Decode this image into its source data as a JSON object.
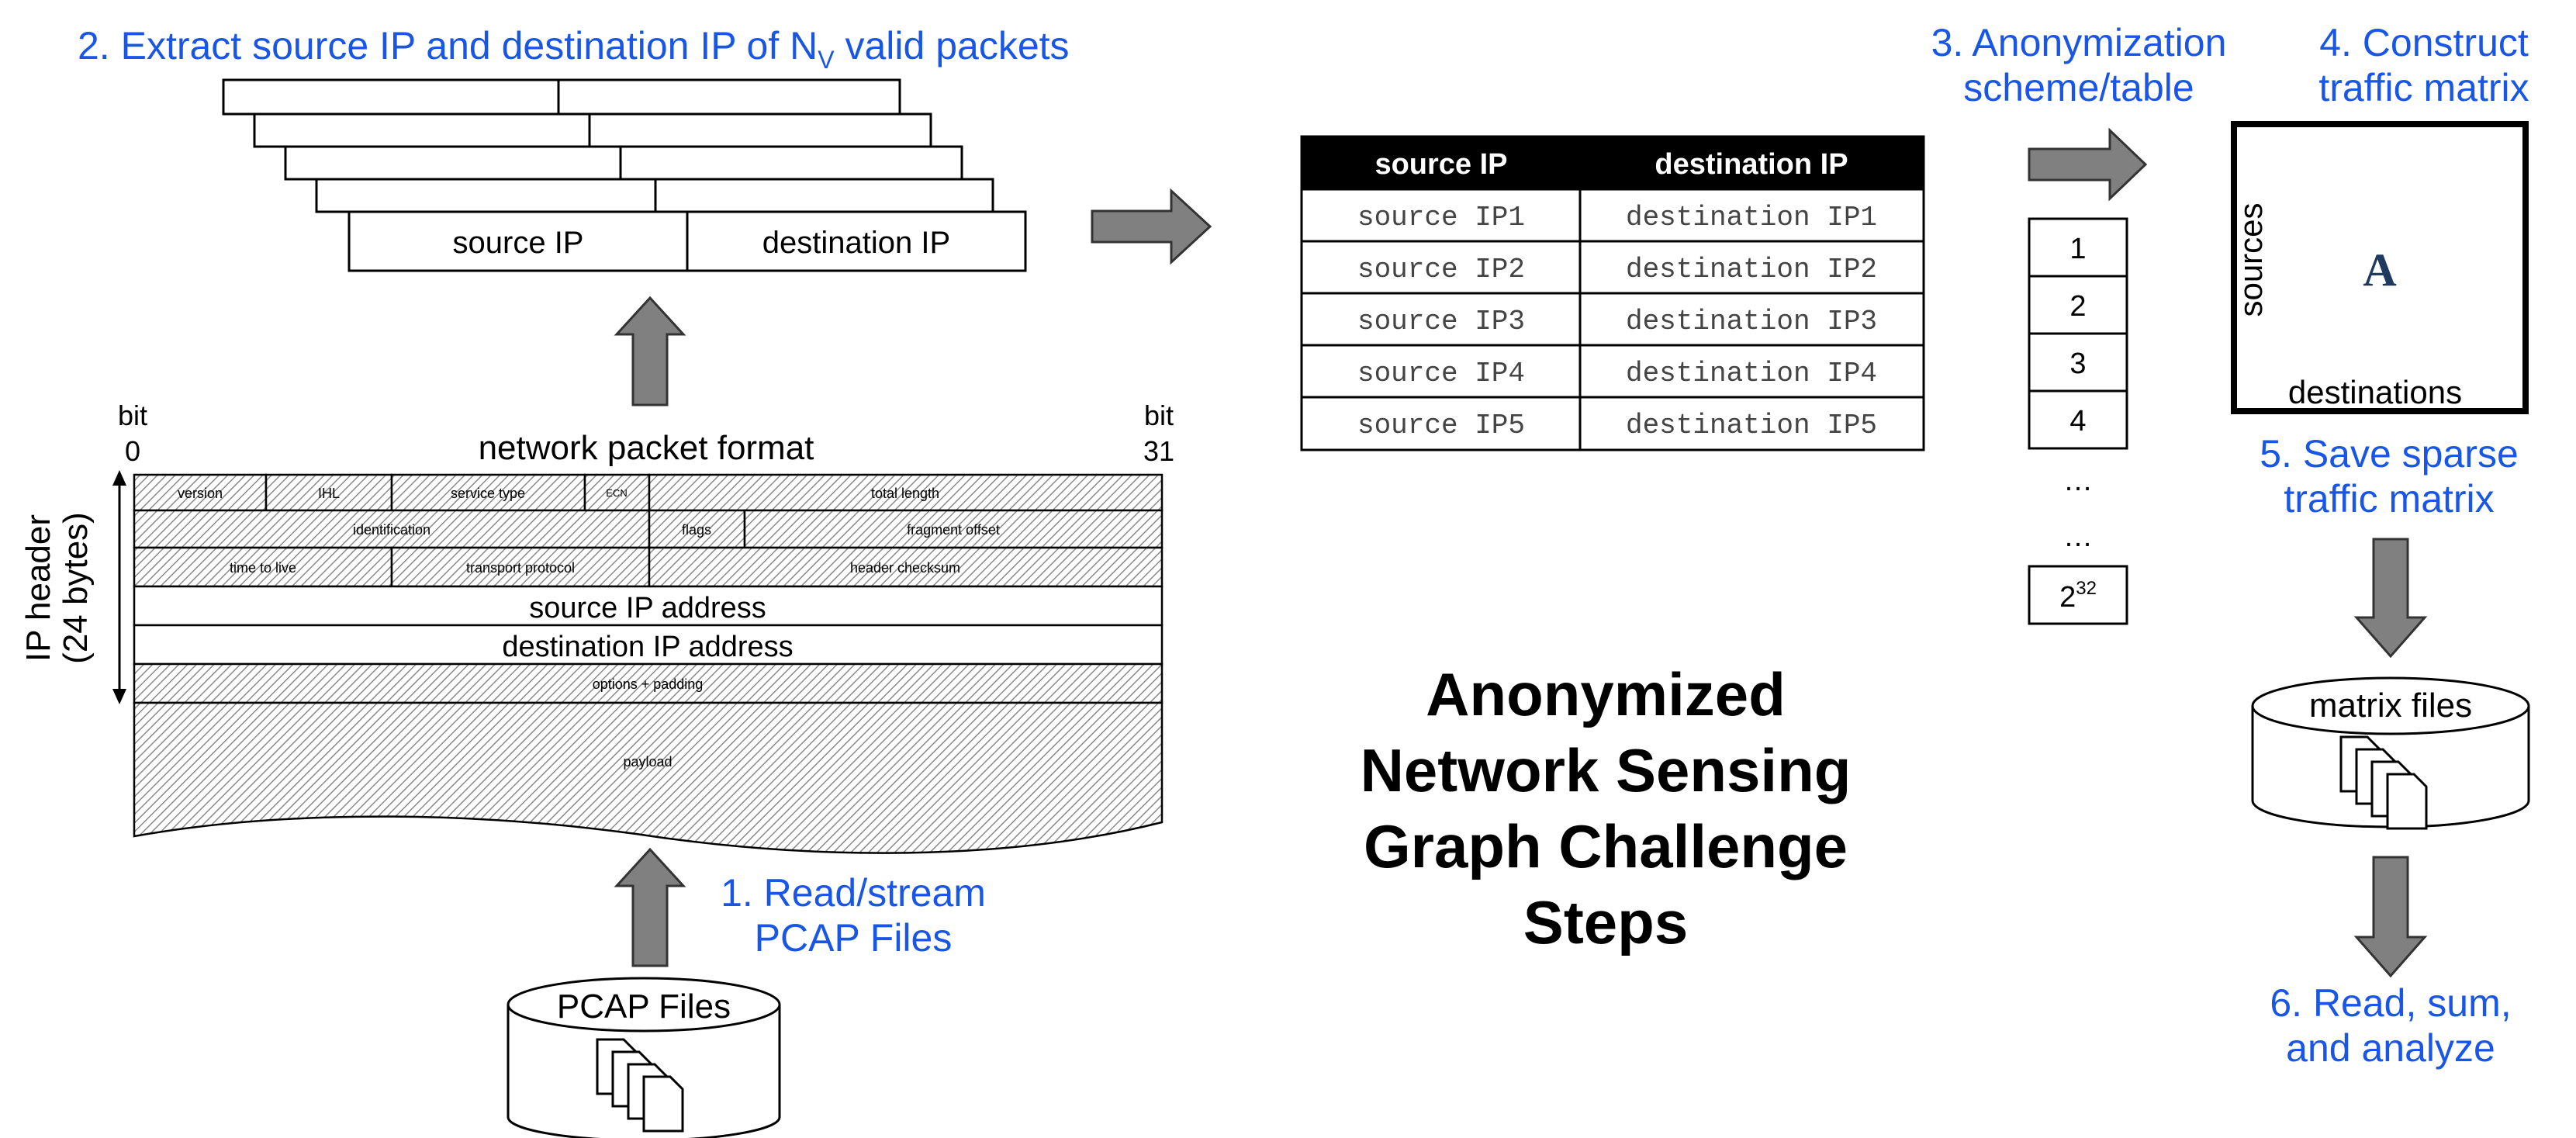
{
  "colors": {
    "step_blue": "#1a56e6",
    "arrow_gray": "#808080",
    "header_black": "#000000",
    "matrix_letter": "#1f3a5f"
  },
  "icons": [
    "document-stack-icon",
    "right-arrow-icon",
    "up-arrow-icon",
    "down-arrow-icon"
  ],
  "steps": {
    "step1_line1": "1. Read/stream",
    "step1_line2": "PCAP Files",
    "step2_prefix": "2. Extract source IP and destination IP of ",
    "step2_var": "N",
    "step2_sub": "V",
    "step2_suffix": " valid packets",
    "step3_line1": "3. Anonymization",
    "step3_line2": "scheme/table",
    "step4_line1": "4. Construct",
    "step4_line2": "traffic matrix",
    "step5_line1": "5. Save sparse",
    "step5_line2": "traffic matrix",
    "step6_line1": "6. Read, sum,",
    "step6_line2": "and analyze"
  },
  "pcap": {
    "label": "PCAP Files"
  },
  "packet_format": {
    "title": "network packet format",
    "bit_label": "bit",
    "bit_start": "0",
    "bit_end": "31",
    "side_label_line1": "IP header",
    "side_label_line2": "(24 bytes)",
    "fields": {
      "version": "version",
      "ihl": "IHL",
      "service_type": "service type",
      "ecn": "ECN",
      "total_length": "total length",
      "identification": "identification",
      "flags": "flags",
      "fragment_offset": "fragment offset",
      "ttl": "time to live",
      "transport_protocol": "transport protocol",
      "header_checksum": "header checksum",
      "source_ip": "source IP address",
      "destination_ip": "destination IP address",
      "options": "options + padding",
      "payload": "payload"
    }
  },
  "extracted": {
    "source_label": "source IP",
    "destination_label": "destination IP"
  },
  "ip_table": {
    "headers": [
      "source IP",
      "destination IP"
    ],
    "rows": [
      [
        "source IP1",
        "destination IP1"
      ],
      [
        "source IP2",
        "destination IP2"
      ],
      [
        "source IP3",
        "destination IP3"
      ],
      [
        "source IP4",
        "destination IP4"
      ],
      [
        "source IP5",
        "destination IP5"
      ]
    ]
  },
  "anon_list": {
    "items": [
      "1",
      "2",
      "3",
      "4"
    ],
    "ellipsis": "…",
    "last_base": "2",
    "last_exp": "32"
  },
  "matrix": {
    "row_label": "sources",
    "col_label": "destinations",
    "symbol": "A"
  },
  "matrix_files": {
    "label": "matrix files"
  },
  "center_title": {
    "line1": "Anonymized",
    "line2": "Network Sensing",
    "line3": "Graph Challenge",
    "line4": "Steps"
  }
}
